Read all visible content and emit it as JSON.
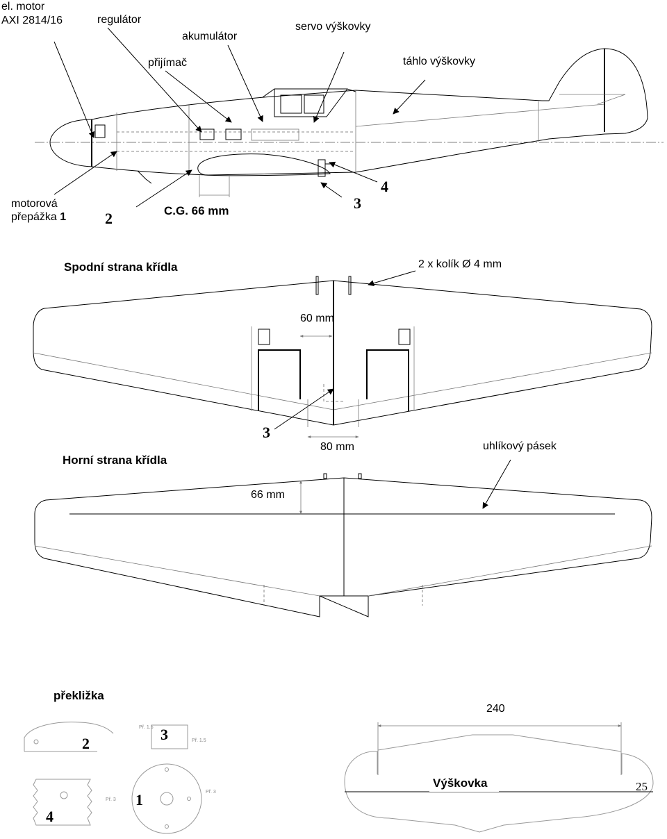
{
  "fuselage": {
    "labels": {
      "motor_line1": "el. motor",
      "motor_line2": "AXI 2814/16",
      "regulator": "regulátor",
      "battery": "akumulátor",
      "elevator_servo": "servo výškovky",
      "receiver": "přijímač",
      "elevator_rod": "táhlo výškovky",
      "firewall_line1": "motorová",
      "firewall_line2": "přepážka",
      "firewall_num": "1",
      "part2": "2",
      "cg": "C.G. 66 mm",
      "part3": "3",
      "part4": "4"
    }
  },
  "wing_bottom": {
    "title": "Spodní strana křídla",
    "dowels": "2 x kolík Ø 4 mm",
    "dim60": "60 mm",
    "part3": "3",
    "dim80": "80 mm"
  },
  "wing_top": {
    "title": "Horní strana křídla",
    "carbon": "uhlíkový pásek",
    "dim66": "66 mm"
  },
  "plywood": {
    "title": "překližka",
    "part2": "2",
    "part3": "3",
    "part4": "4",
    "part1": "1",
    "tag2": "Př. 1.5",
    "tag3": "Př. 1.5",
    "tag4": "Př. 3",
    "tag1": "Př. 3"
  },
  "stabilizer": {
    "dim240": "240",
    "title": "Výškovka"
  },
  "page_number": "25"
}
